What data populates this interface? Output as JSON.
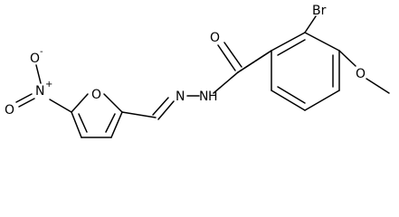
{
  "molecule": {
    "atoms": {
      "bromine": "Br",
      "carbonyl_oxygen": "O",
      "methoxy_oxygen": "O",
      "hydrazide_nitrogen": "N",
      "hydrazide_hydrogen": "H",
      "imine_nitrogen": "N",
      "furan_oxygen": "O",
      "nitro_nitrogen": "N",
      "nitro_nitrogen_charge": "+",
      "nitro_oxygen_top": "O",
      "nitro_oxygen_bottom": "O",
      "nitro_oxygen_charge": "-"
    }
  }
}
